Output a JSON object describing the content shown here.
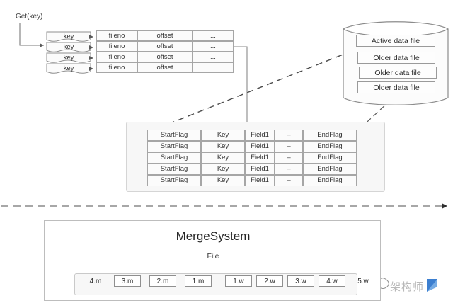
{
  "diagram": {
    "title_merge": "MergeSystem",
    "file_axis_label": "File",
    "get_label": "Get(key)"
  },
  "key_table": {
    "rows": [
      {
        "key": "key",
        "fileno": "fileno",
        "offset": "offset",
        "more": "..."
      },
      {
        "key": "key",
        "fileno": "fileno",
        "offset": "offset",
        "more": "..."
      },
      {
        "key": "key",
        "fileno": "fileno",
        "offset": "offset",
        "more": "..."
      },
      {
        "key": "key",
        "fileno": "fileno",
        "offset": "offset",
        "more": "..."
      }
    ]
  },
  "datastore": {
    "files": [
      "Active data file",
      "Older data file",
      "Older data file",
      "Older data file"
    ]
  },
  "record_table": {
    "columns": [
      "StartFlag",
      "Key",
      "Field1",
      "–",
      "EndFlag"
    ],
    "rows": [
      [
        "StartFlag",
        "Key",
        "Field1",
        "–",
        "EndFlag"
      ],
      [
        "StartFlag",
        "Key",
        "Field1",
        "–",
        "EndFlag"
      ],
      [
        "StartFlag",
        "Key",
        "Field1",
        "–",
        "EndFlag"
      ],
      [
        "StartFlag",
        "Key",
        "Field1",
        "–",
        "EndFlag"
      ],
      [
        "StartFlag",
        "Key",
        "Field1",
        "–",
        "EndFlag"
      ]
    ]
  },
  "merge_system": {
    "merged_files": [
      "4.m",
      "3.m",
      "2.m",
      "1.m"
    ],
    "write_files": [
      "1.w",
      "2.w",
      "3.w",
      "4.w",
      "5.w"
    ]
  },
  "watermark": {
    "text": "架构师"
  },
  "colors": {
    "stroke": "#8f8f8f",
    "cell_fill": "#fbfbfb",
    "panel_fill": "#f7f7f7",
    "text": "#333333",
    "logo_blue": "#3c7fd0"
  }
}
